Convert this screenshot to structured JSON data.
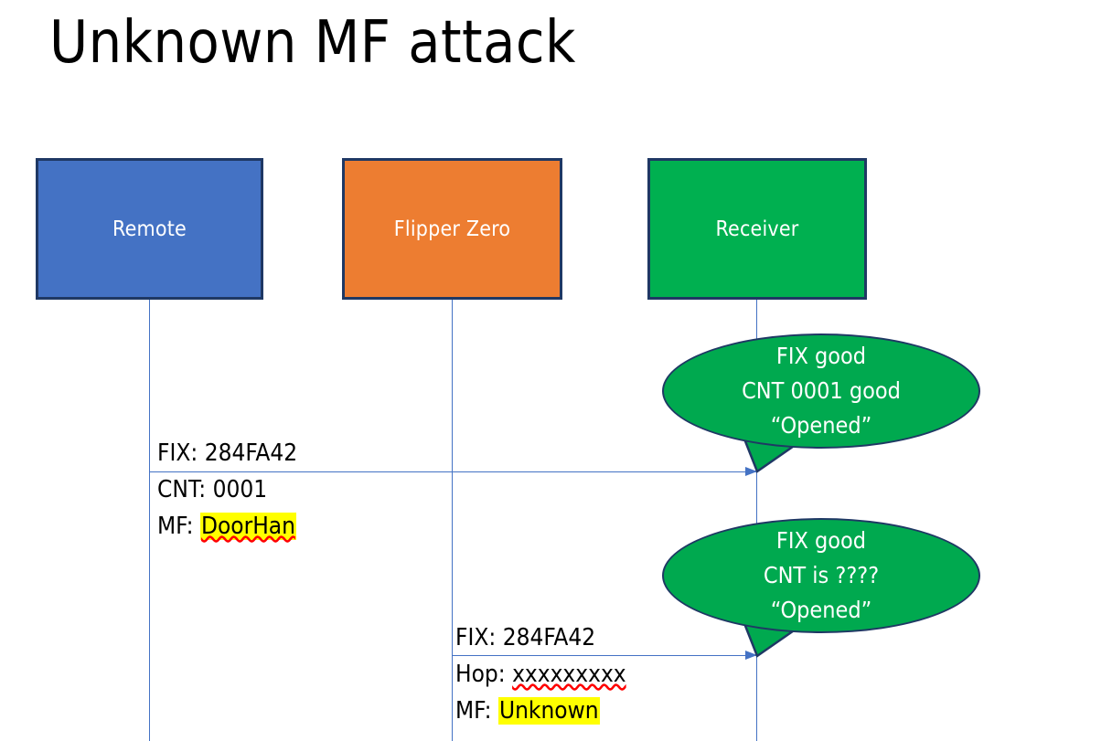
{
  "slide": {
    "title": "Unknown MF attack",
    "background_color": "#FFFFFF"
  },
  "colors": {
    "remote_fill": "#4472C4",
    "flipper_fill": "#ED7D31",
    "receiver_fill": "#00B050",
    "bubble_fill": "#00A94F",
    "box_border": "#1F3864",
    "lifeline": "#4472C4",
    "highlight": "#FFFF00",
    "spellcheck_underline": "#FF0000",
    "text_on_fill": "#FFFFFF",
    "text_body": "#000000"
  },
  "actors": [
    {
      "id": "remote",
      "label": "Remote"
    },
    {
      "id": "flipper",
      "label": "Flipper Zero"
    },
    {
      "id": "receiver",
      "label": "Receiver"
    }
  ],
  "messages": [
    {
      "id": "remote-to-receiver",
      "from": "remote",
      "to": "receiver",
      "lines": [
        {
          "label": "FIX:",
          "value": "284FA42",
          "highlight": false,
          "spellcheck_error": false
        },
        {
          "label": "CNT:",
          "value": "0001",
          "highlight": false,
          "spellcheck_error": false
        },
        {
          "label": "MF:",
          "value": "DoorHan",
          "highlight": true,
          "spellcheck_error": true
        }
      ]
    },
    {
      "id": "flipper-to-receiver",
      "from": "flipper",
      "to": "receiver",
      "lines": [
        {
          "label": "FIX:",
          "value": "284FA42",
          "highlight": false,
          "spellcheck_error": false
        },
        {
          "label": "Hop:",
          "value": "xxxxxxxxx",
          "highlight": false,
          "spellcheck_error": true
        },
        {
          "label": "MF:",
          "value": "Unknown",
          "highlight": true,
          "spellcheck_error": false
        }
      ]
    }
  ],
  "bubbles": [
    {
      "id": "bubble-one",
      "attached_to": "remote-to-receiver",
      "lines": [
        "FIX good",
        "CNT 0001 good",
        "“Opened”"
      ]
    },
    {
      "id": "bubble-two",
      "attached_to": "flipper-to-receiver",
      "lines": [
        "FIX good",
        "CNT is ????",
        "“Opened”"
      ]
    }
  ]
}
